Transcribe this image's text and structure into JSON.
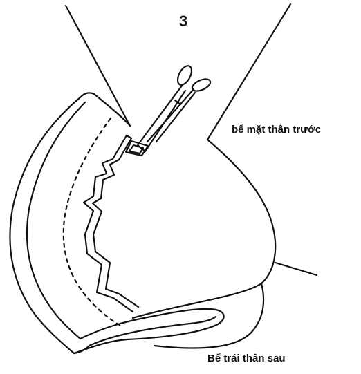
{
  "diagram": {
    "step_number": "3",
    "label_front": "bể mặt thân trước",
    "label_back": "Bể trái thân sau"
  },
  "colors": {
    "line": "#111111",
    "background": "#ffffff"
  },
  "icons": {
    "scissors": "scissors-icon"
  }
}
